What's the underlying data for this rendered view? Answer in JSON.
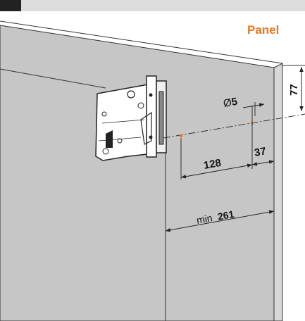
{
  "header": {
    "panel_label": "Panel"
  },
  "dimensions": {
    "hole_diameter": {
      "symbol": "Ø",
      "value": "5"
    },
    "hole_spacing": "128",
    "edge_to_hole": "37",
    "top_to_hole": "77",
    "min_width": {
      "prefix": "min",
      "value": "261"
    }
  },
  "colors": {
    "accent": "#e8761e",
    "panel": "#c6c6c6",
    "panel_side": "#d4d4d4",
    "line": "#222222",
    "background": "#ffffff",
    "top_bar": "#dcdcdc"
  },
  "icons": {
    "hinge": "lift-mechanism-bracket-icon"
  }
}
